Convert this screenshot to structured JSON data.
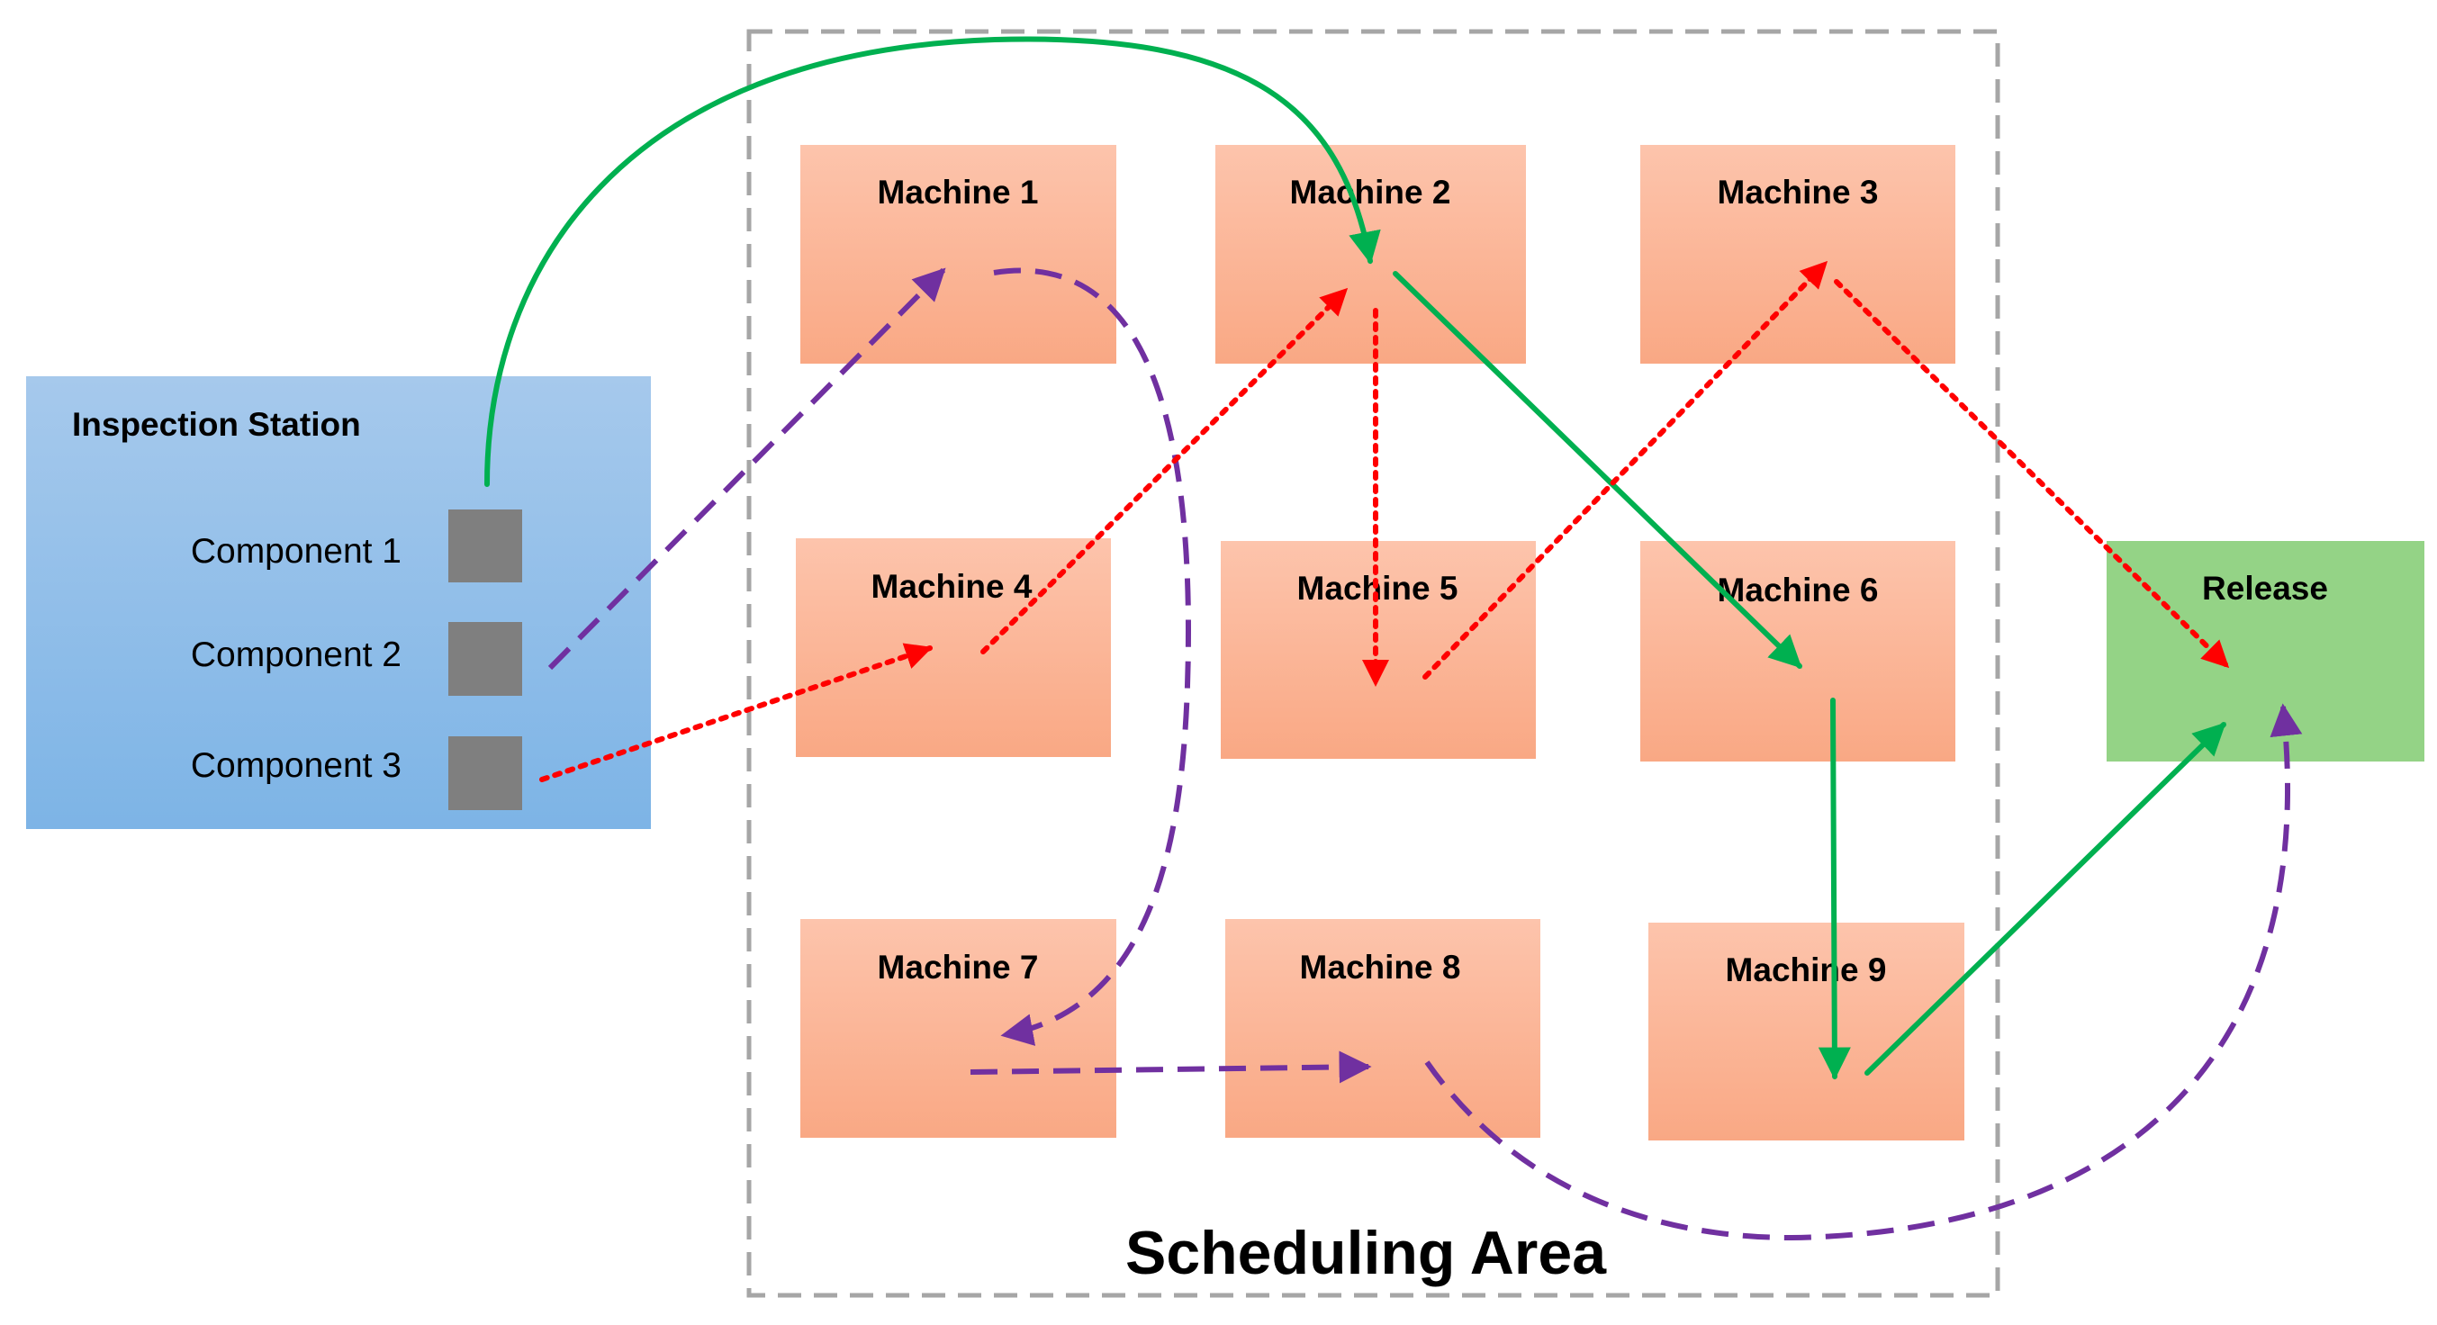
{
  "inspection_station": {
    "title": "Inspection Station",
    "components": [
      {
        "label": "Component 1"
      },
      {
        "label": "Component 2"
      },
      {
        "label": "Component 3"
      }
    ]
  },
  "scheduling_area": {
    "label": "Scheduling Area"
  },
  "machines": [
    {
      "label": "Machine 1"
    },
    {
      "label": "Machine 2"
    },
    {
      "label": "Machine 3"
    },
    {
      "label": "Machine 4"
    },
    {
      "label": "Machine 5"
    },
    {
      "label": "Machine 6"
    },
    {
      "label": "Machine 7"
    },
    {
      "label": "Machine 8"
    },
    {
      "label": "Machine 9"
    }
  ],
  "release": {
    "label": "Release"
  },
  "colors": {
    "station_top": "#a6c9ec",
    "station_bottom": "#7db4e6",
    "machine_top": "#fdc4ac",
    "machine_bottom": "#f9a884",
    "release": "#94d386",
    "component_square": "#7f7f7f",
    "area_border": "#a6a6a6",
    "route_component_1": "#00b050",
    "route_component_2": "#7030a0",
    "route_component_3": "#ff0000"
  }
}
